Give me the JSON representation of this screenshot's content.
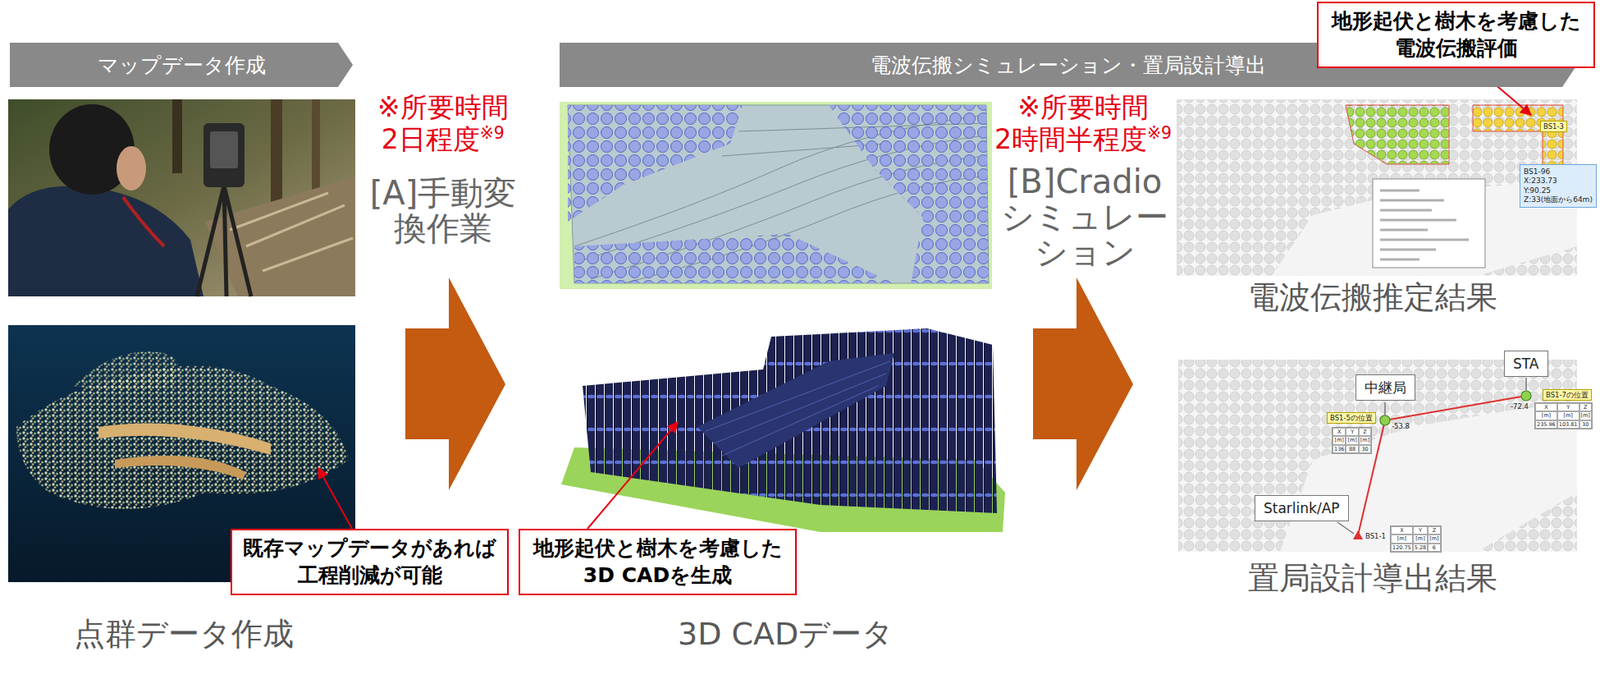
{
  "diagram": {
    "nodes": [
      {
        "text": [
          "マップデータ作成"
        ]
      },
      {
        "text": [
          "電波伝搬シミュレーション・置局設計導出"
        ]
      },
      {
        "text": [
          "地形起伏と樹木を考慮した 電波伝搬評価"
        ]
      },
      {
        "text": [
          "既存マップデータがあれば 工程削減が可能"
        ]
      },
      {
        "text": [
          "地形起伏と樹木を考慮した 3D CADを生成"
        ]
      },
      {
        "text": [
          "BS1-96",
          "X:233.73",
          "Y:90.25",
          "Z:33(地面から64m)"
        ]
      },
      {
        "text": [
          "BS1-3"
        ]
      },
      {
        "text": [
          "中継局"
        ]
      },
      {
        "text": [
          "BS1-5の位置"
        ]
      },
      {
        "text": [
          "STA"
        ]
      },
      {
        "text": [
          "BS1-7の位置"
        ]
      },
      {
        "text": [
          "Starlink/AP"
        ]
      }
    ],
    "labels": [
      "※所要時間",
      "2日程度",
      "※9",
      "[A]手動変換作業",
      "※所要時間",
      "2時間半程度",
      "※9",
      "[B]Cradio シミュレーション",
      "点群データ作成",
      "3D CADデータ",
      "電波伝搬推定結果",
      "置局設計導出結果",
      "-53.8",
      "-72.4",
      "BS1-1",
      "X",
      "Y",
      "Z",
      "[m]",
      "[m]",
      "[m]",
      "136",
      "88",
      "30",
      "X",
      "Y",
      "Z",
      "[m]",
      "[m]",
      "[m]",
      "235.96",
      "103.81",
      "30",
      "X",
      "Y",
      "Z",
      "[m]",
      "[m]",
      "[m]",
      "120.75",
      "5.28",
      "6"
    ]
  }
}
